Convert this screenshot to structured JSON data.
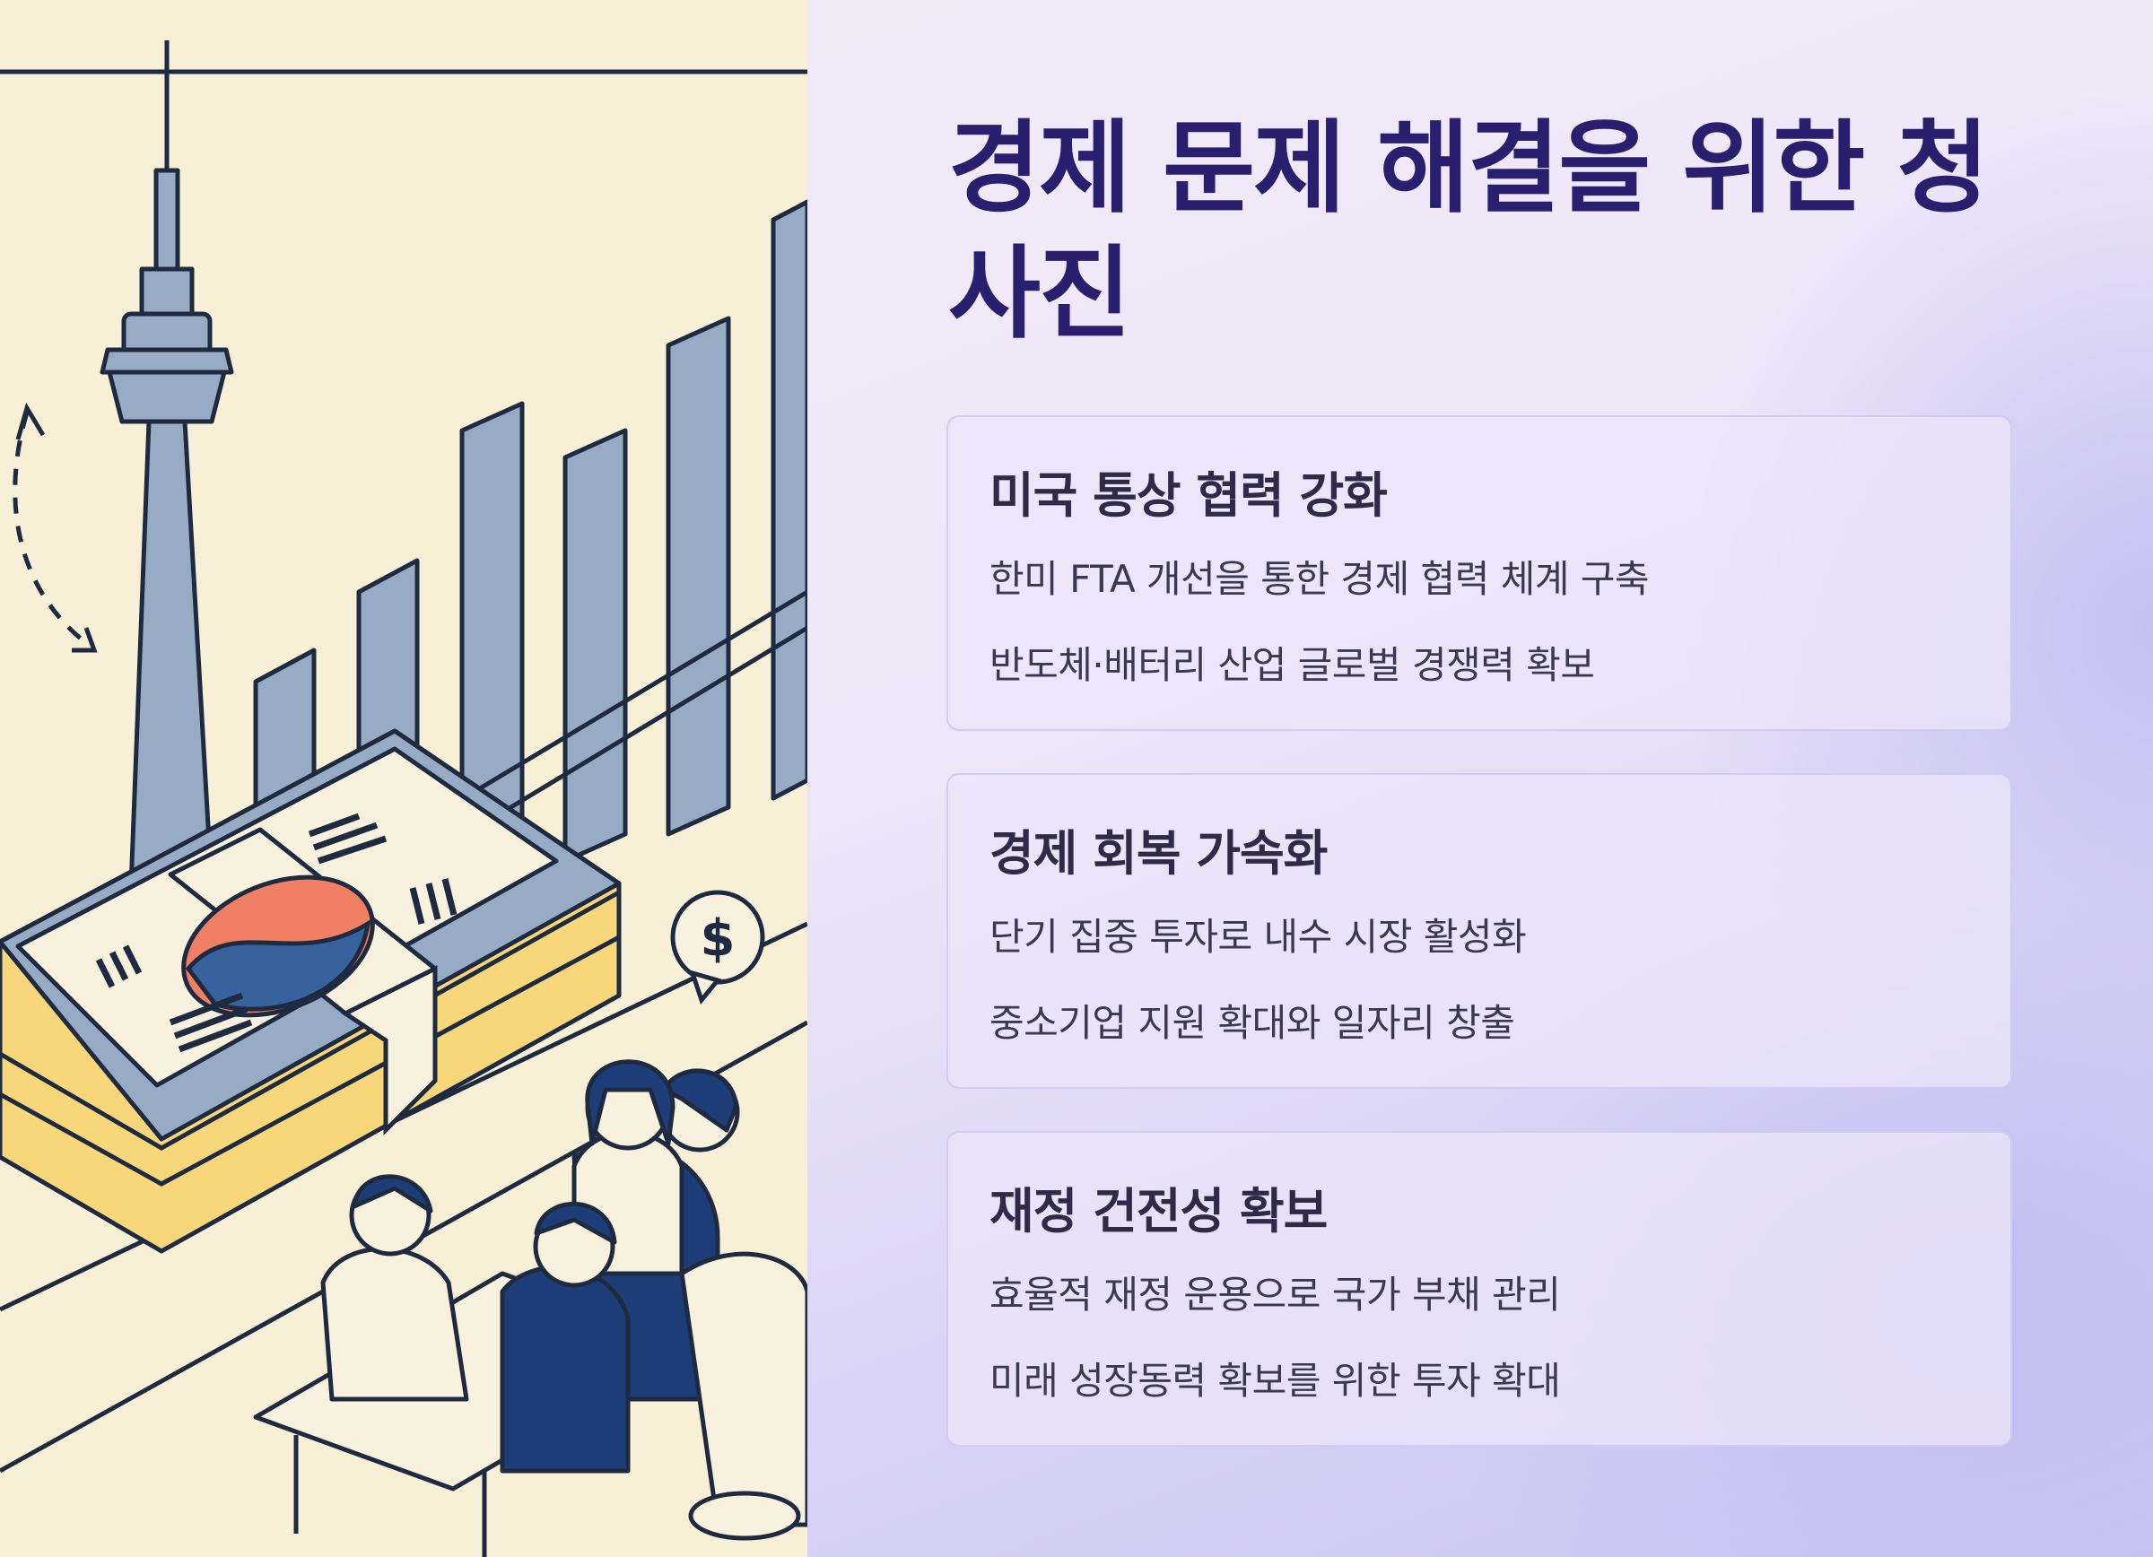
{
  "title": "경제 문제 해결을 위한 청사진",
  "illustration": {
    "coin_symbol": "$",
    "description_icon": "seoul-tower-money-meeting-illustration"
  },
  "cards": [
    {
      "title": "미국 통상 협력 강화",
      "lines": [
        "한미 FTA 개선을 통한 경제 협력 체계 구축",
        "반도체·배터리 산업 글로벌 경쟁력 확보"
      ]
    },
    {
      "title": "경제 회복 가속화",
      "lines": [
        "단기 집중 투자로 내수 시장 활성화",
        "중소기업 지원 확대와 일자리 창출"
      ]
    },
    {
      "title": "재정 건전성 확보",
      "lines": [
        "효율적 재정 운용으로 국가 부채 관리",
        "미래 성장동력 확보를 위한 투자 확대"
      ]
    }
  ],
  "colors": {
    "title": "#2a1f6e",
    "illustration_bg": "#f8f0d6",
    "navy": "#1d3d78",
    "steel": "#98abc4",
    "gold": "#f8d67a",
    "red": "#f07f63"
  }
}
